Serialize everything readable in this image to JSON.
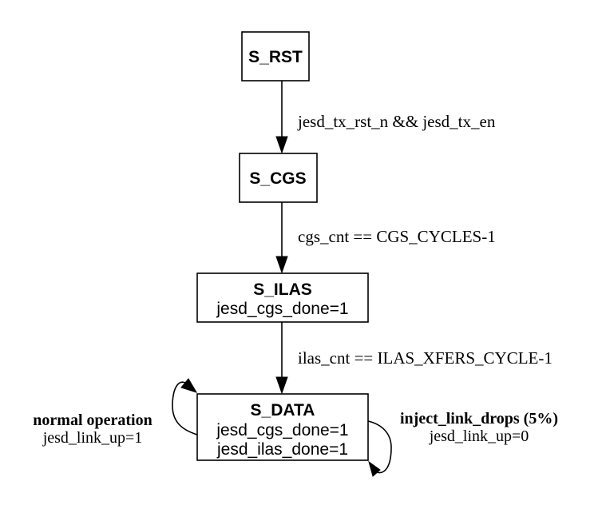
{
  "diagram": {
    "type": "state-machine",
    "states": [
      {
        "id": "S_RST",
        "title": "S_RST",
        "lines": []
      },
      {
        "id": "S_CGS",
        "title": "S_CGS",
        "lines": []
      },
      {
        "id": "S_ILAS",
        "title": "S_ILAS",
        "lines": [
          "jesd_cgs_done=1"
        ]
      },
      {
        "id": "S_DATA",
        "title": "S_DATA",
        "lines": [
          "jesd_cgs_done=1",
          "jesd_ilas_done=1"
        ]
      }
    ],
    "transitions": [
      {
        "from": "S_RST",
        "to": "S_CGS",
        "label": "jesd_tx_rst_n && jesd_tx_en"
      },
      {
        "from": "S_CGS",
        "to": "S_ILAS",
        "label": "cgs_cnt == CGS_CYCLES-1"
      },
      {
        "from": "S_ILAS",
        "to": "S_DATA",
        "label": "ilas_cnt == ILAS_XFERS_CYCLE-1"
      }
    ],
    "self_loops": [
      {
        "state": "S_DATA",
        "side": "left",
        "title": "normal operation",
        "body": "jesd_link_up=1"
      },
      {
        "state": "S_DATA",
        "side": "right",
        "title": "inject_link_drops (5%)",
        "body": "jesd_link_up=0"
      }
    ]
  }
}
